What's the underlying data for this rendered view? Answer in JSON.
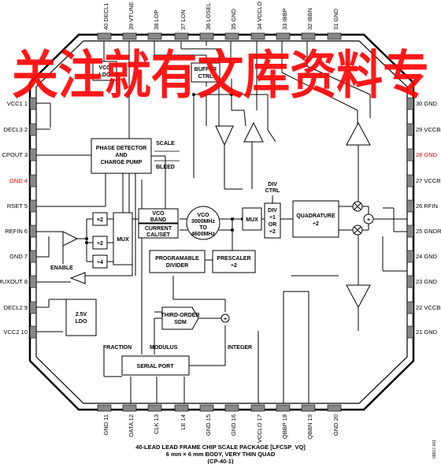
{
  "pins": {
    "top": [
      "40 DECL1",
      "39 VTUNE",
      "38 LOP",
      "37 LON",
      "36 LOSEL",
      "35 GND",
      "34 VCCLO",
      "33 IBBP",
      "32 IBBN",
      "31 GND"
    ],
    "left": [
      "VCC1 1",
      "DECL3 2",
      "CPOUT 3",
      "GND 4",
      "RSET 5",
      "REFIN 6",
      "GND 7",
      "MUXOUT 8",
      "DECL2 9",
      "VCC2 10"
    ],
    "right": [
      "30 GND",
      "29 VCCBB",
      "28 GND",
      "27 VCCRF",
      "26 RFIN",
      "25 GNDRF",
      "24 GND",
      "23 GND",
      "22 VCCBB",
      "21 GND"
    ],
    "bottom": [
      "GND 11",
      "DATA 12",
      "CLK 13",
      "LE 14",
      "GND 15",
      "GND 16",
      "VCCLO 17",
      "QBBP 18",
      "QBBN 19",
      "GND 20"
    ]
  },
  "blocks": {
    "vco_ldo": [
      "VCO",
      "LDO"
    ],
    "buffer_ctrl": [
      "BUFFER",
      "CTRL"
    ],
    "pfd": [
      "PHASE DETECTOR",
      "AND",
      "CHARGE PUMP"
    ],
    "scale": "SCALE",
    "bleed": "BLEED",
    "vco_band": [
      "VCO",
      "BAND"
    ],
    "current_cal": [
      "CURRENT",
      "CAL/SET"
    ],
    "vco": [
      "VCO",
      "3000MHz",
      "TO",
      "4600MHz"
    ],
    "mux_out": "MUX",
    "div_ctrl": [
      "DIV",
      "CTRL"
    ],
    "divider": [
      "DIV",
      "÷1",
      "OR",
      "÷2"
    ],
    "quadrature": [
      "QUADRATURE",
      "÷2"
    ],
    "ref_x2": "×2",
    "ref_div2": "÷2",
    "ref_div4": "÷4",
    "ref_mux": "MUX",
    "prog_div": [
      "PROGRAMABLE",
      "DIVIDER"
    ],
    "prescaler": [
      "PRESCALER",
      "÷2"
    ],
    "ldo_2v5": [
      "2.5V",
      "LDO"
    ],
    "sdm": [
      "THIRD-ORDER",
      "SDM"
    ],
    "serial_port": "SERIAL PORT"
  },
  "labels": {
    "enable": "ENABLE",
    "fraction": "FRACTION",
    "modulus": "MODULUS",
    "integer": "INTEGER",
    "plus": "+"
  },
  "caption": [
    "40-LEAD LEAD FRAME CHIP SCALE PACKAGE [LFCSP_VQ]",
    "6 mm × 6 mm BODY, VERY THIN QUAD",
    "(CP-40-1)"
  ],
  "figure_id": "09817-001",
  "watermark": "关注就有文库资料专"
}
